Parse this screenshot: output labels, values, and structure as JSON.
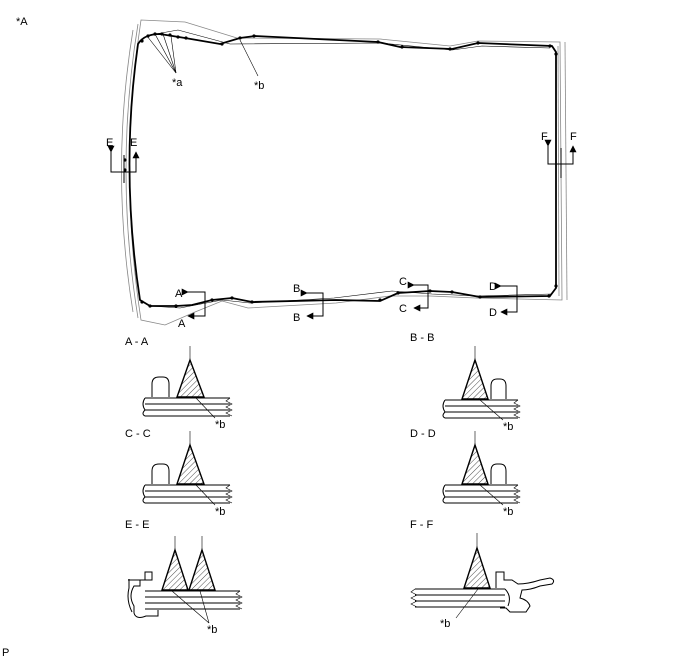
{
  "labels": {
    "view": "*A",
    "a": "*a",
    "b": "*b",
    "footer": "P"
  },
  "arrows": {
    "A": "A",
    "B": "B",
    "C": "C",
    "D": "D",
    "E": "E",
    "F": "F"
  },
  "sections": {
    "aa": "A - A",
    "bb": "B - B",
    "cc": "C - C",
    "dd": "D - D",
    "ee": "E - E",
    "ff": "F - F"
  }
}
